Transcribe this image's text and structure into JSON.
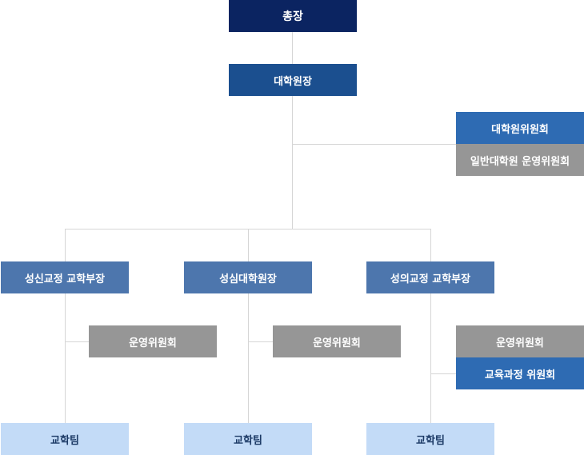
{
  "chart": {
    "president": "총장",
    "graduate_dean": "대학원장",
    "committees_right": {
      "graduate_committee": "대학원위원회",
      "general_grad_committee": "일반대학원 운영위원회"
    },
    "branches": [
      {
        "head": "성신교정 교학부장",
        "committees": [
          "운영위원회"
        ],
        "team": "교학팀"
      },
      {
        "head": "성심대학원장",
        "committees": [
          "운영위원회"
        ],
        "team": "교학팀"
      },
      {
        "head": "성의교정 교학부장",
        "committees": [
          "운영위원회",
          "교육과정 위원회"
        ],
        "team": "교학팀"
      }
    ]
  }
}
